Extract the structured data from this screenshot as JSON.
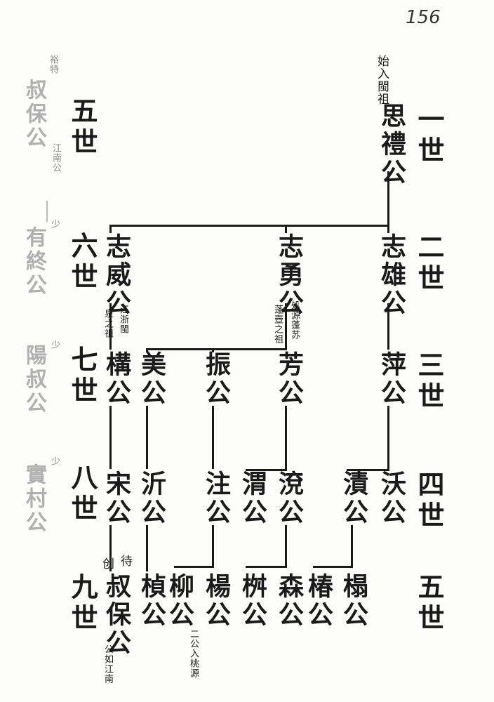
{
  "page_number": "156",
  "ancestor": {
    "title": "始入閩祖",
    "name": "思禮公"
  },
  "generations": [
    "一世",
    "二世",
    "三世",
    "四世",
    "五世"
  ],
  "left_generations": [
    "五世",
    "六世",
    "七世",
    "八世",
    "九世"
  ],
  "gen2": [
    {
      "name": "志雄公"
    },
    {
      "name": "志勇公",
      "note1": "処源蓬苏",
      "note2": "蓬壺之祖"
    },
    {
      "name": "志威公",
      "note1": "江浙閩",
      "note2": "泉之祖"
    }
  ],
  "gen3": [
    "萍公",
    "芳公",
    "振公",
    "美公",
    "構公"
  ],
  "gen4": [
    "沃公",
    "漬公",
    "渷公",
    "渭公",
    "注公",
    "沂公",
    "宋公"
  ],
  "gen5": [
    "榻公",
    "椿公",
    "森公",
    "桝公",
    "楊公",
    "柳公",
    "楨公"
  ],
  "kangbao": {
    "name": "叔保公",
    "note_a": "待",
    "note_b": "创",
    "note_c": "公如江南"
  },
  "liu_note": "二公入桃源",
  "bleed": {
    "col1": "叔保公",
    "col2": "有終公",
    "col3": "陽叔公",
    "col4": "實村公",
    "note_top": "裕特",
    "note_jiang": "江南公",
    "marker": "少"
  }
}
